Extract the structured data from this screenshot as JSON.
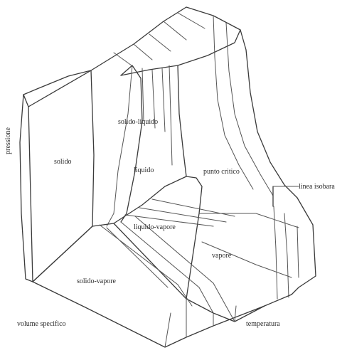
{
  "labels": {
    "pressure": "pressione",
    "solid": "solido",
    "solid_liquid": "solido-liquido",
    "liquid": "liquido",
    "critical_point": "punto critico",
    "isobar": "linea isobara",
    "liquid_vapor": "liquido-vapore",
    "vapor": "vapore",
    "solid_vapor": "solido-vapore",
    "specific_volume": "volume specifico",
    "temperature": "temperatura"
  },
  "colors": {
    "line": "#3a3a3a",
    "text": "#2b2b2b",
    "background": "#ffffff"
  }
}
